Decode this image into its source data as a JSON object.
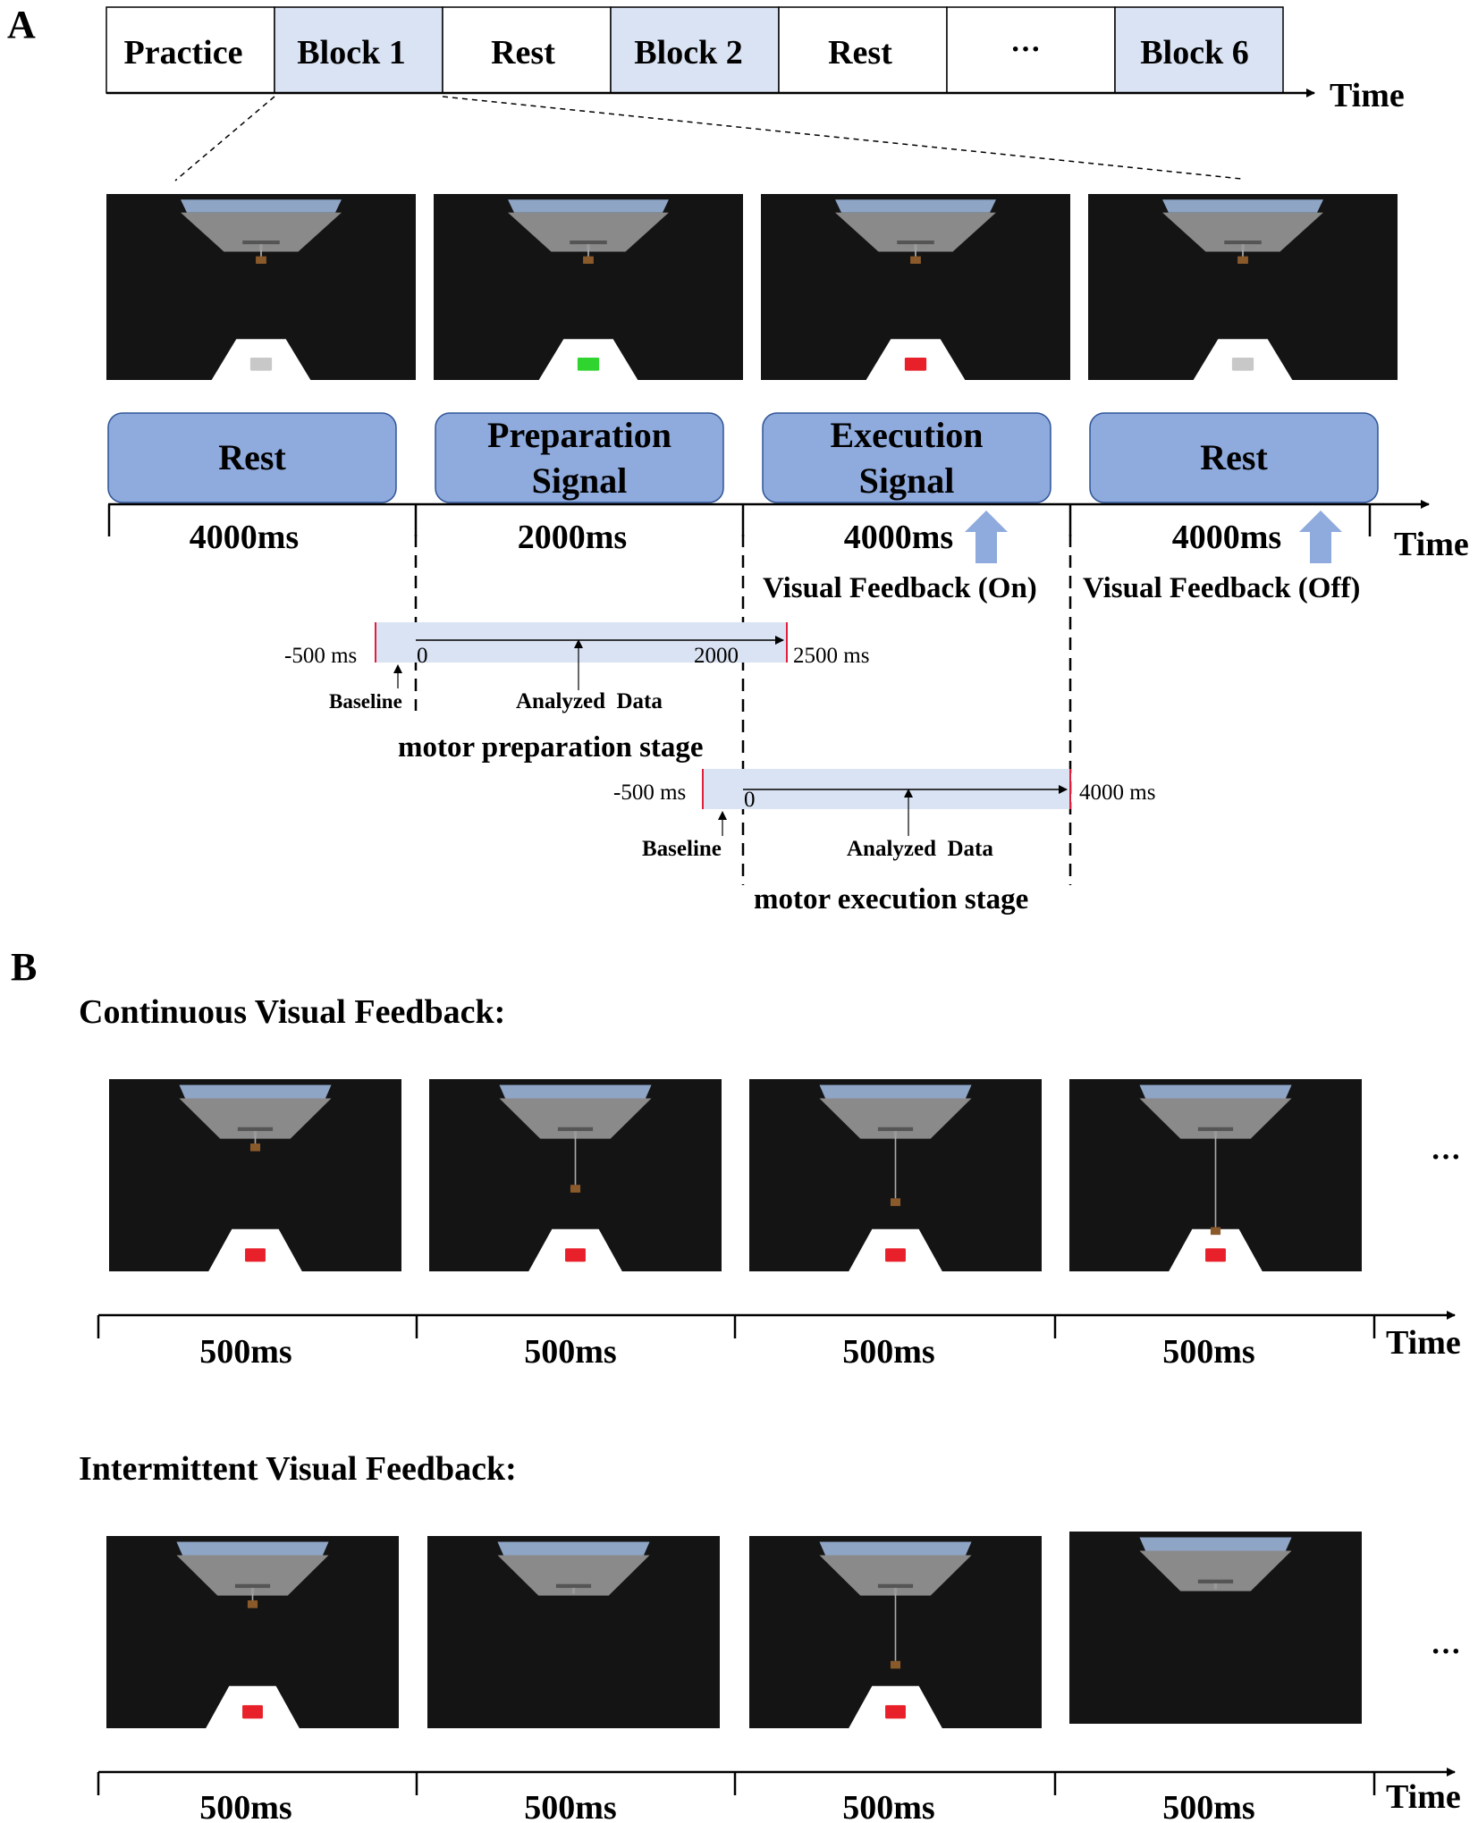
{
  "panel_a": {
    "label": "A",
    "blocks": [
      "Practice",
      "Block 1",
      "Rest",
      "Block 2",
      "Rest",
      "···",
      "Block 6"
    ],
    "time_label": "Time",
    "phases": [
      {
        "line1": "Rest",
        "line2": ""
      },
      {
        "line1": "Preparation",
        "line2": "Signal"
      },
      {
        "line1": "Execution",
        "line2": "Signal"
      },
      {
        "line1": "Rest",
        "line2": ""
      }
    ],
    "durations": [
      "4000ms",
      "2000ms",
      "4000ms",
      "4000ms"
    ],
    "phase_time_label": "Time",
    "feedback_on": "Visual Feedback (On)",
    "feedback_off": "Visual Feedback (Off)",
    "prep": {
      "start": "-500 ms",
      "zero": "0",
      "end_inner": "2000",
      "end": "2500 ms",
      "baseline": "Baseline",
      "analyzed": "Analyzed  Data",
      "stage": "motor preparation stage"
    },
    "exec": {
      "start": "-500 ms",
      "zero": "0",
      "end": "4000 ms",
      "baseline": "Baseline",
      "analyzed": "Analyzed  Data",
      "stage": "motor execution stage"
    },
    "cue_colors": [
      "#c8c8c8",
      "#2fd42f",
      "#e8202a",
      "#c8c8c8"
    ]
  },
  "panel_b": {
    "label": "B",
    "continuous_title": "Continuous Visual Feedback:",
    "intermittent_title": "Intermittent Visual Feedback:",
    "durations": [
      "500ms",
      "500ms",
      "500ms",
      "500ms"
    ],
    "time_label": "Time",
    "ellipsis": "···"
  },
  "colors": {
    "block_fill": "#dae3f3",
    "phase_fill": "#8faadc",
    "window_fill": "#dae3f3",
    "arrow_fill": "#8faadc",
    "red_marker": "#e0203a"
  }
}
